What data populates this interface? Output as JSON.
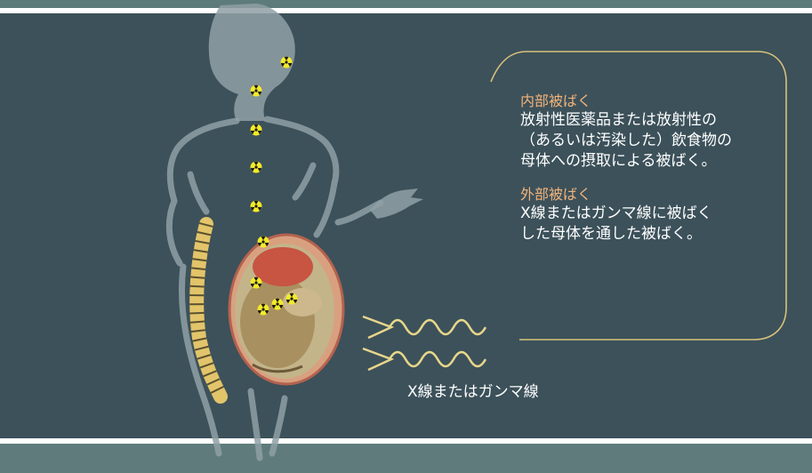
{
  "callout": {
    "internal_heading": "内部被ばく",
    "internal_lines": [
      "放射性医薬品または放射性の",
      "（あるいは汚染した）飲食物の",
      "母体への摂取による被ばく。"
    ],
    "external_heading": "外部被ばく",
    "external_lines": [
      "X線またはガンマ線に被ばく",
      "した母体を通した被ばく。"
    ]
  },
  "xray_label": "X線またはガンマ線",
  "colors": {
    "panel": "#3c515a",
    "band": "#5f7a7a",
    "heading_orange": "#f2b37a",
    "bracket_gold": "#d9c27a",
    "silhouette": "#8fa0a6"
  },
  "icons": {
    "radiation": "radiation-trefoil-icon",
    "wave_arrow": "wavy-arrow-icon"
  }
}
